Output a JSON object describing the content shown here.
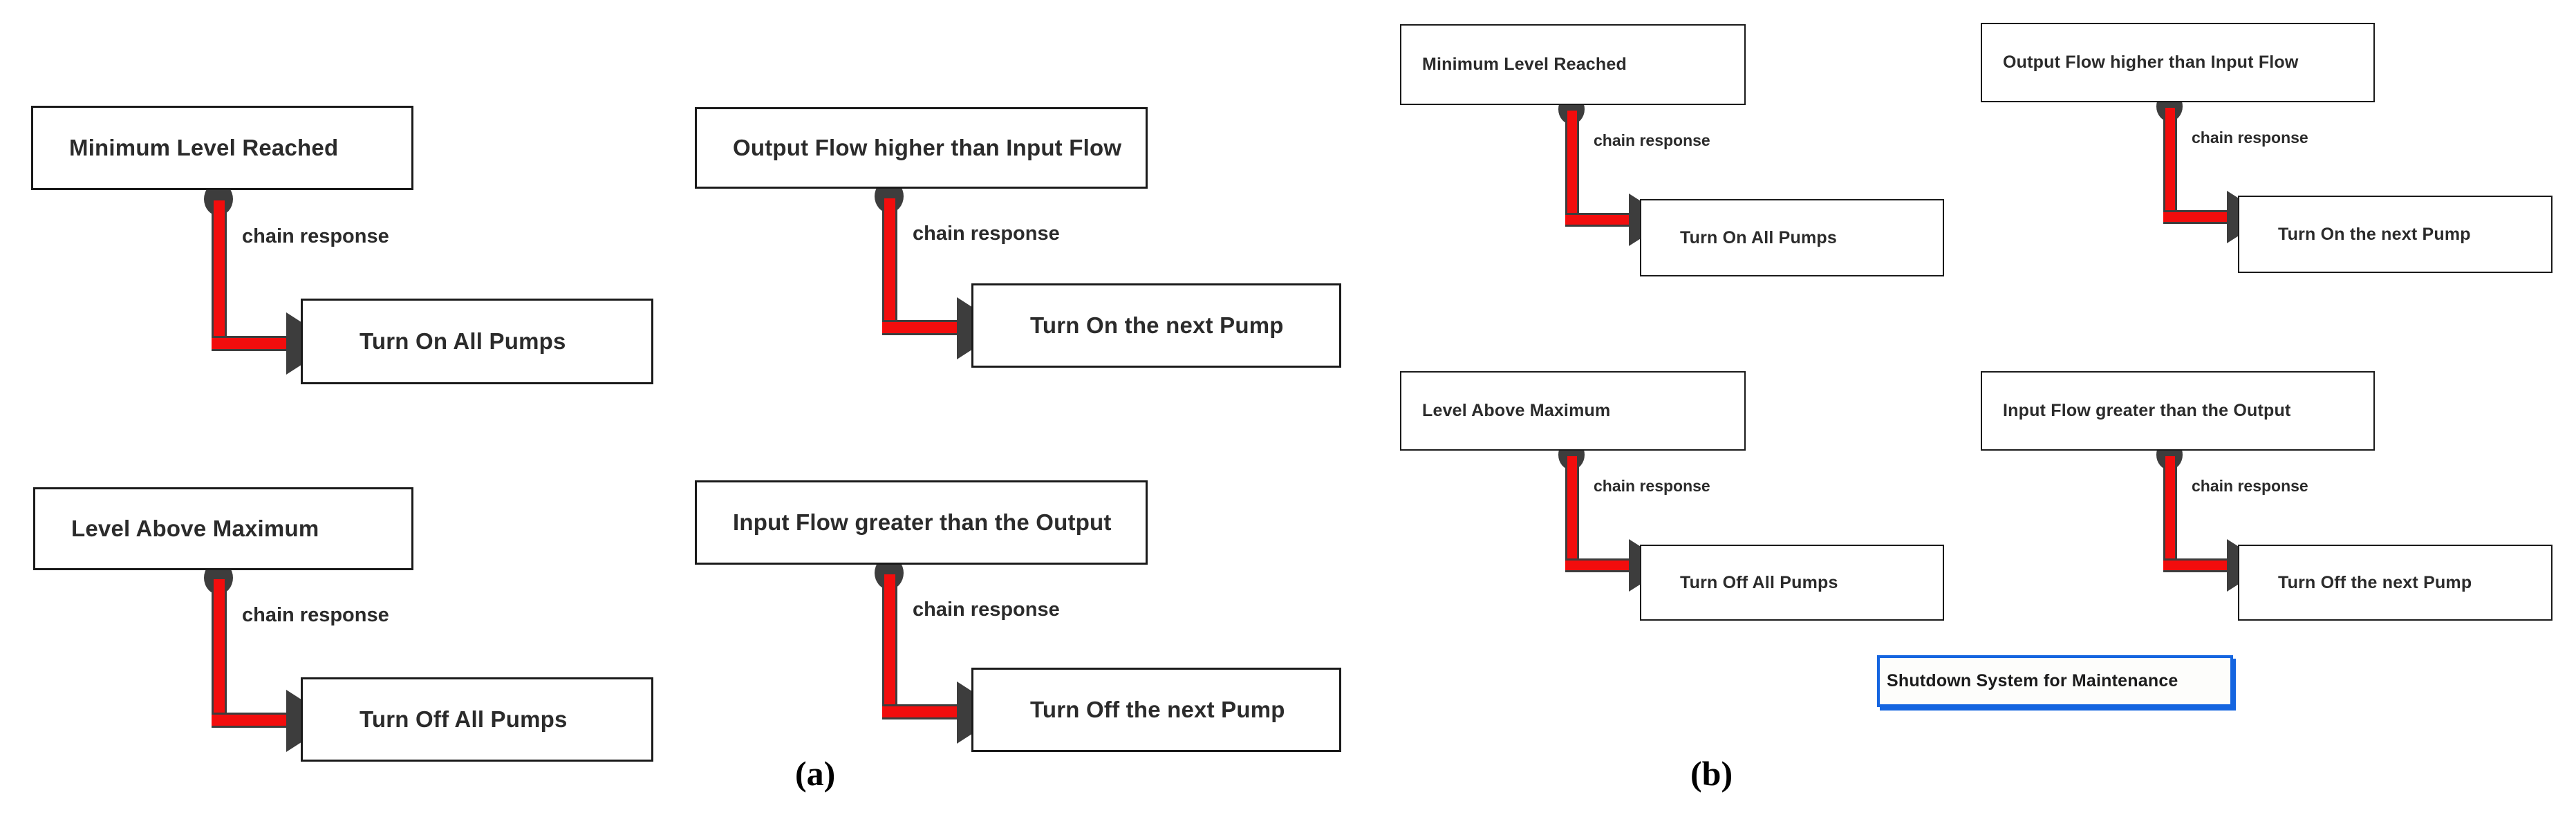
{
  "figure": {
    "background_color": "#ffffff",
    "box_border_color": "#1a1a1a",
    "box_fill_color": "#ffffff",
    "connector_line_color": "#f20d0d",
    "connector_outline_color": "#3d3d3d",
    "highlight_border_color": "#1565e0",
    "text_color": "#2b2b2b"
  },
  "panels": [
    {
      "id": "a",
      "caption": "(a)",
      "rules": [
        {
          "condition": "Minimum Level Reached",
          "relation": "chain response",
          "action": "Turn On All Pumps"
        },
        {
          "condition": "Output Flow higher than Input Flow",
          "relation": "chain response",
          "action": "Turn On the next Pump"
        },
        {
          "condition": "Level Above Maximum",
          "relation": "chain response",
          "action": "Turn Off All Pumps"
        },
        {
          "condition": "Input Flow greater than the Output",
          "relation": "chain response",
          "action": "Turn Off the next Pump"
        }
      ]
    },
    {
      "id": "b",
      "caption": "(b)",
      "rules": [
        {
          "condition": "Minimum Level Reached",
          "relation": "chain response",
          "action": "Turn On All Pumps"
        },
        {
          "condition": "Output Flow higher than Input Flow",
          "relation": "chain response",
          "action": "Turn On the next Pump"
        },
        {
          "condition": "Level Above Maximum",
          "relation": "chain response",
          "action": "Turn Off All Pumps"
        },
        {
          "condition": "Input Flow greater than the Output",
          "relation": "chain response",
          "action": "Turn Off the next Pump"
        }
      ],
      "extra_node": {
        "label": "Shutdown System for Maintenance",
        "style": "highlighted-blue"
      }
    }
  ]
}
